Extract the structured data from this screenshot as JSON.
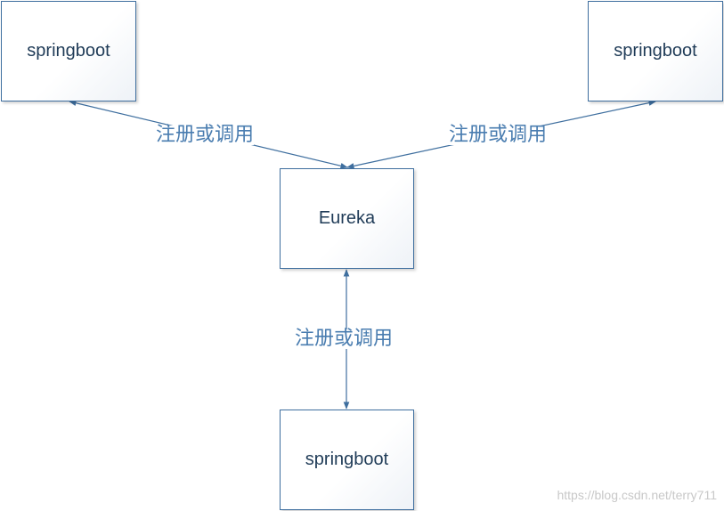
{
  "nodes": {
    "top_left": {
      "label": "springboot"
    },
    "top_right": {
      "label": "springboot"
    },
    "center": {
      "label": "Eureka"
    },
    "bottom": {
      "label": "springboot"
    }
  },
  "edges": {
    "left": {
      "label": "注册或调用"
    },
    "right": {
      "label": "注册或调用"
    },
    "bottom": {
      "label": "注册或调用"
    }
  },
  "watermark": "https://blog.csdn.net/terry711",
  "colors": {
    "line": "#3f6f9f",
    "label": "#4a7db0",
    "box_border": "#3f6f9f"
  }
}
